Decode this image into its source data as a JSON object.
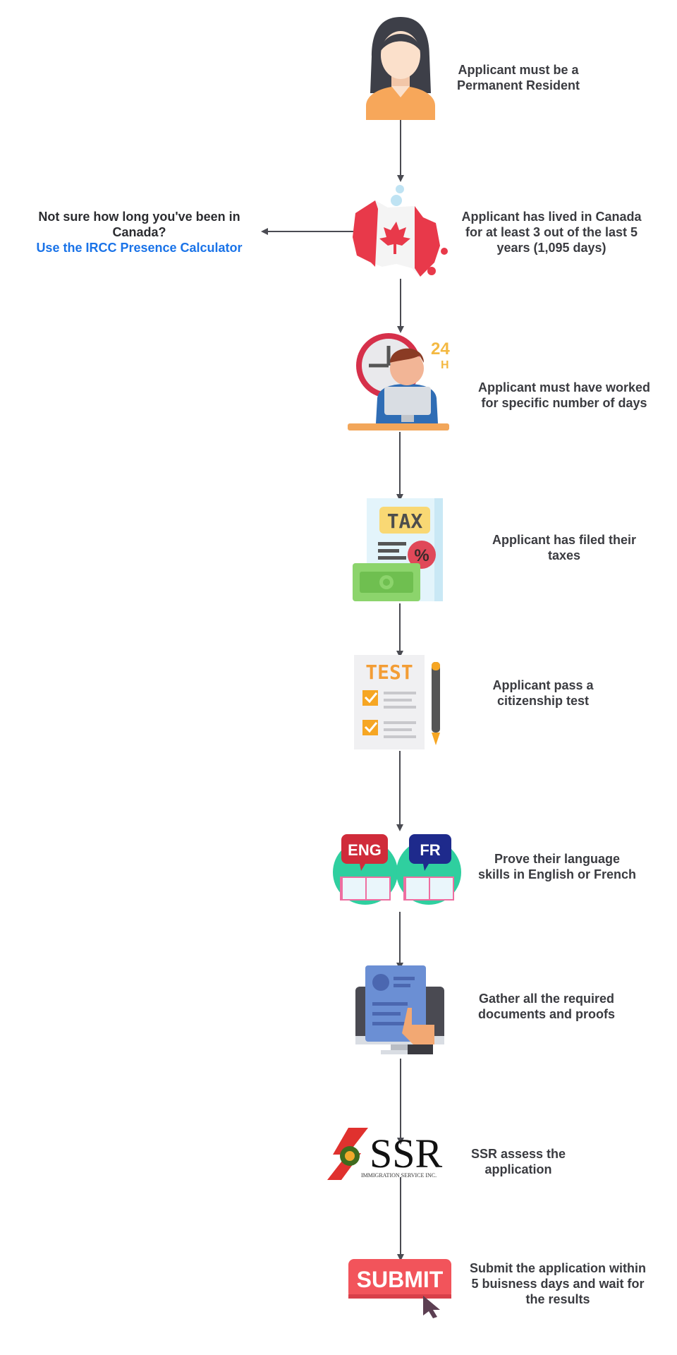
{
  "colors": {
    "connector": "#4a4b52",
    "link": "#1a73e8",
    "text": "#3a3b40",
    "submit_red": "#f2545b",
    "flag_red": "#e8394a"
  },
  "steps": [
    {
      "icon": "woman-avatar-icon",
      "lines": [
        "Applicant must be a",
        "Permanent Resident"
      ]
    },
    {
      "icon": "canada-map-icon",
      "lines": [
        "Applicant has lived in Canada",
        "for at least 3 out of the last 5",
        "years (1,095 days)"
      ]
    },
    {
      "icon": "worker-clock-icon",
      "lines": [
        "Applicant must have worked",
        "for specific number of days"
      ]
    },
    {
      "icon": "tax-document-icon",
      "lines": [
        "Applicant has filed their",
        "taxes"
      ]
    },
    {
      "icon": "test-checklist-icon",
      "lines": [
        "Applicant pass a",
        "citizenship test"
      ]
    },
    {
      "icon": "language-books-icon",
      "lines": [
        "Prove their language",
        "skills in English or French"
      ]
    },
    {
      "icon": "documents-monitor-icon",
      "lines": [
        "Gather all the required",
        "documents and proofs"
      ]
    },
    {
      "icon": "ssr-logo-icon",
      "lines": [
        "SSR assess the",
        "application"
      ]
    },
    {
      "icon": "submit-button-icon",
      "lines": [
        "Submit the application within",
        "5 buisness days and wait for",
        "the results"
      ]
    }
  ],
  "side_note": {
    "question": "Not sure how long you've been in Canada?",
    "link_text": "Use the IRCC Presence Calculator"
  },
  "icon_text": {
    "clock_24": "24",
    "clock_h": "H",
    "tax": "TAX",
    "percent": "%",
    "test": "TEST",
    "eng": "ENG",
    "fr": "FR",
    "ssr": "SSR",
    "ssr_sub": "IMMIGRATION SERVICE INC.",
    "submit": "SUBMIT"
  }
}
